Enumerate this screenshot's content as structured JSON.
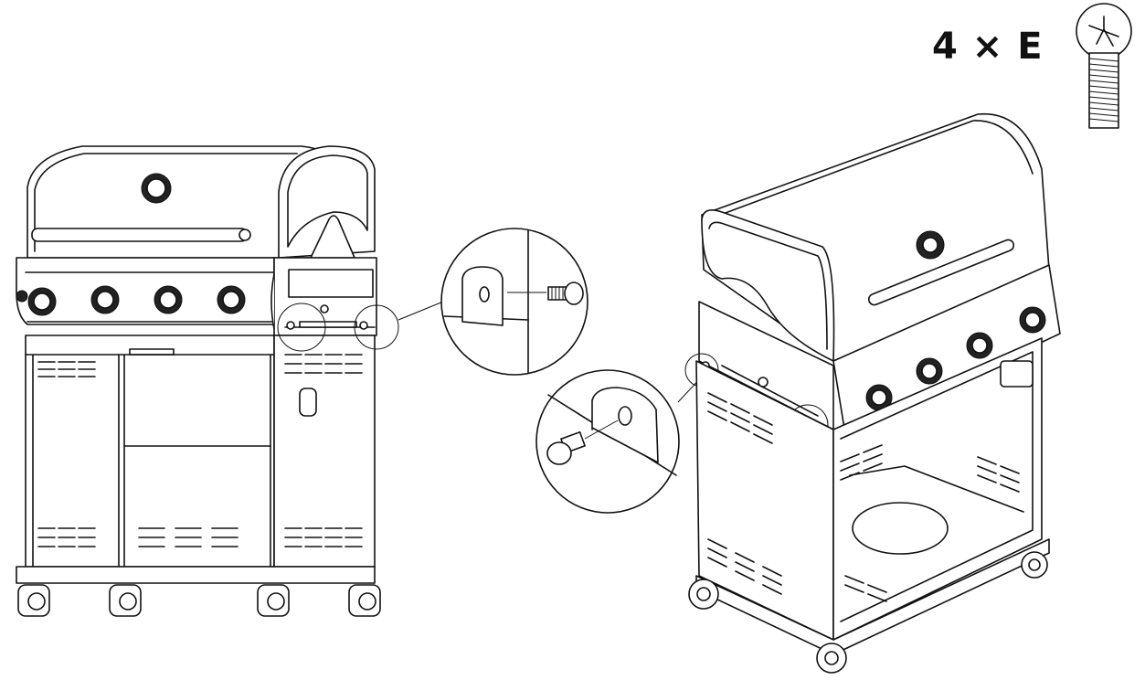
{
  "hardware": {
    "label": "4 × E",
    "part_icon": "screw-icon"
  },
  "illustrations": [
    {
      "name": "front-view-grill",
      "icon": "grill-icon"
    },
    {
      "name": "perspective-view-grill",
      "icon": "grill-icon"
    },
    {
      "name": "detail-callout-right-bracket",
      "icon": "bracket-screw-icon"
    },
    {
      "name": "detail-callout-left-bracket",
      "icon": "bracket-screw-icon"
    }
  ],
  "colors": {
    "line": "#111111",
    "background": "#ffffff"
  }
}
